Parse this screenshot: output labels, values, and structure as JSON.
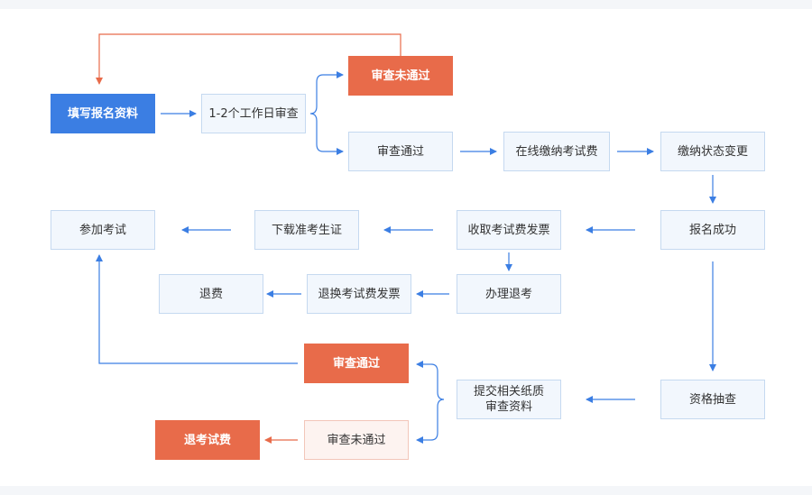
{
  "diagram": {
    "nodes": {
      "fill_form": "填写报名资料",
      "review_period": "1-2个工作日审查",
      "review_failed_top": "审查未通过",
      "review_passed_top": "审查通过",
      "pay_online": "在线缴纳考试费",
      "payment_status_change": "缴纳状态变更",
      "registration_success": "报名成功",
      "receive_invoice": "收取考试费发票",
      "download_ticket": "下载准考生证",
      "take_exam": "参加考试",
      "withdraw": "办理退考",
      "exchange_invoice": "退换考试费发票",
      "refund": "退费",
      "qualification_check": "资格抽查",
      "submit_documents": "提交相关纸质\n审查资料",
      "review_passed_bottom": "审查通过",
      "review_failed_bottom": "审查未通过",
      "withdraw_refund": "退考试费"
    },
    "colors": {
      "primary": "#3b7ee3",
      "danger": "#e86b4a",
      "node_fill": "#f2f7fd",
      "node_border": "#c5d9f0",
      "arrow_blue": "#3b7ee3",
      "arrow_red": "#e86b4a"
    }
  }
}
